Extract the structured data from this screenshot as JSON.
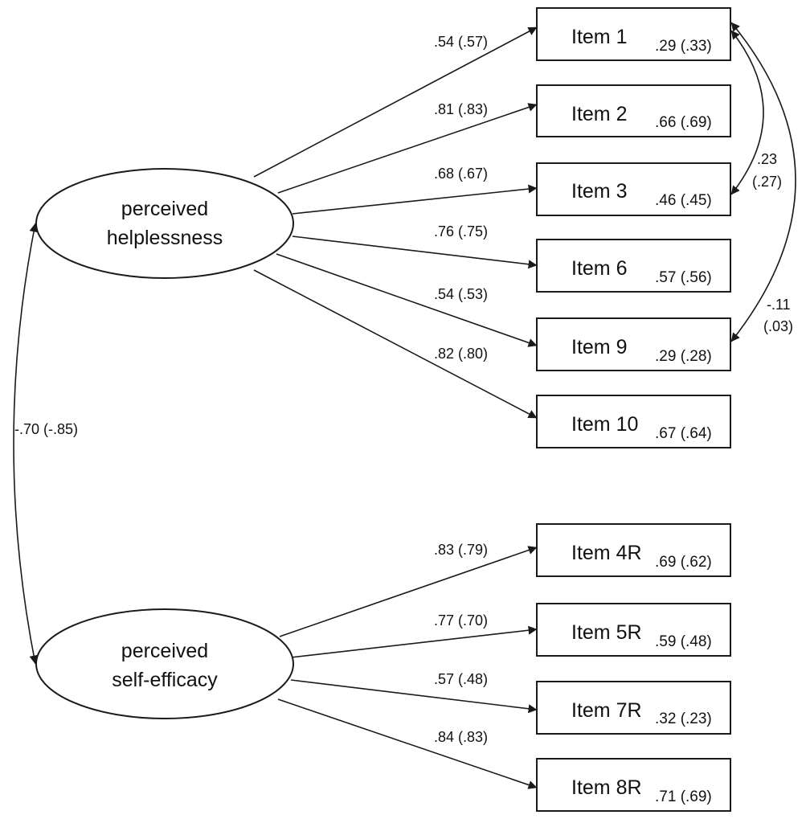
{
  "factors": {
    "helplessness": {
      "line1": "perceived",
      "line2": "helplessness"
    },
    "self_efficacy": {
      "line1": "perceived",
      "line2": "self-efficacy"
    }
  },
  "factor_correlation": "-.70 (-.85)",
  "items": [
    {
      "label": "Item 1",
      "r2": ".29 (.33)",
      "loading": ".54 (.57)"
    },
    {
      "label": "Item 2",
      "r2": ".66 (.69)",
      "loading": ".81 (.83)"
    },
    {
      "label": "Item 3",
      "r2": ".46 (.45)",
      "loading": ".68 (.67)"
    },
    {
      "label": "Item 6",
      "r2": ".57 (.56)",
      "loading": ".76 (.75)"
    },
    {
      "label": "Item 9",
      "r2": ".29 (.28)",
      "loading": ".54 (.53)"
    },
    {
      "label": "Item 10",
      "r2": ".67 (.64)",
      "loading": ".82 (.80)"
    },
    {
      "label": "Item 4R",
      "r2": ".69 (.62)",
      "loading": ".83 (.79)"
    },
    {
      "label": "Item 5R",
      "r2": ".59 (.48)",
      "loading": ".77 (.70)"
    },
    {
      "label": "Item 7R",
      "r2": ".32 (.23)",
      "loading": ".57 (.48)"
    },
    {
      "label": "Item 8R",
      "r2": ".71 (.69)",
      "loading": ".84 (.83)"
    }
  ],
  "error_covariances": [
    {
      "between": [
        "Item 1",
        "Item 3"
      ],
      "line1": ".23",
      "line2": "(.27)"
    },
    {
      "between": [
        "Item 1",
        "Item 9"
      ],
      "line1": "-.11",
      "line2": "(.03)"
    }
  ]
}
